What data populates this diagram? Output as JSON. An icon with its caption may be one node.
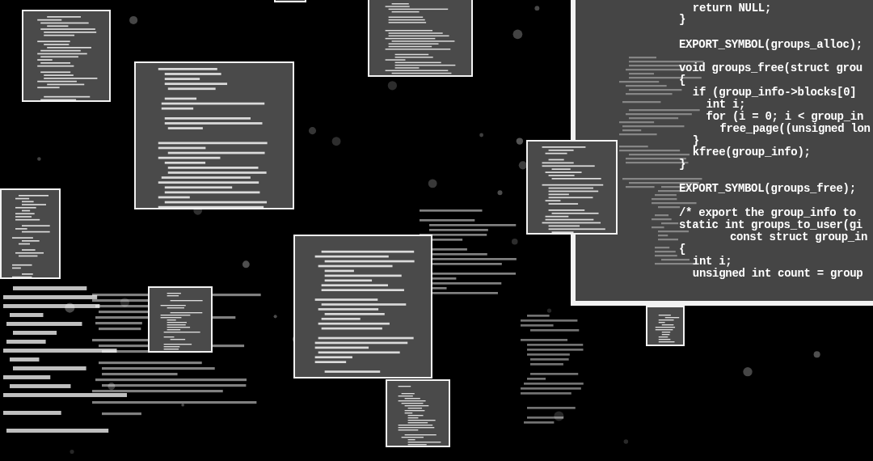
{
  "diagram": {
    "nodes": [
      {
        "text": [
          "return NULL;",
          "}",
          "EXPORT_SYMBOL(groups_alloc);",
          "void groups_free(struct grou",
          "{",
          "if (group_info->blocks[0]",
          "int i;",
          "for (i = 0; i < group_in",
          "free_page((unsigned lon",
          "}",
          "kfree(group_info);",
          "}",
          "EXPORT_SYMBOL(groups_free);",
          "/* export the group_info to",
          "static int groups_to_user(gi",
          "const struct group_in",
          "{",
          "int i;",
          "unsigned int count = group"
        ]
      },
      {
        "text": [],
        "shape": "box"
      },
      {
        "text": [],
        "shape": "box"
      },
      {
        "text": [],
        "shape": "box"
      },
      {
        "text": [],
        "shape": "box"
      },
      {
        "text": [],
        "shape": "box"
      },
      {
        "text": [],
        "shape": "box"
      },
      {
        "text": [],
        "shape": "box"
      },
      {
        "text": [],
        "shape": "box"
      },
      {
        "text": [],
        "shape": "box"
      },
      {
        "text": [],
        "shape": "box"
      }
    ]
  }
}
